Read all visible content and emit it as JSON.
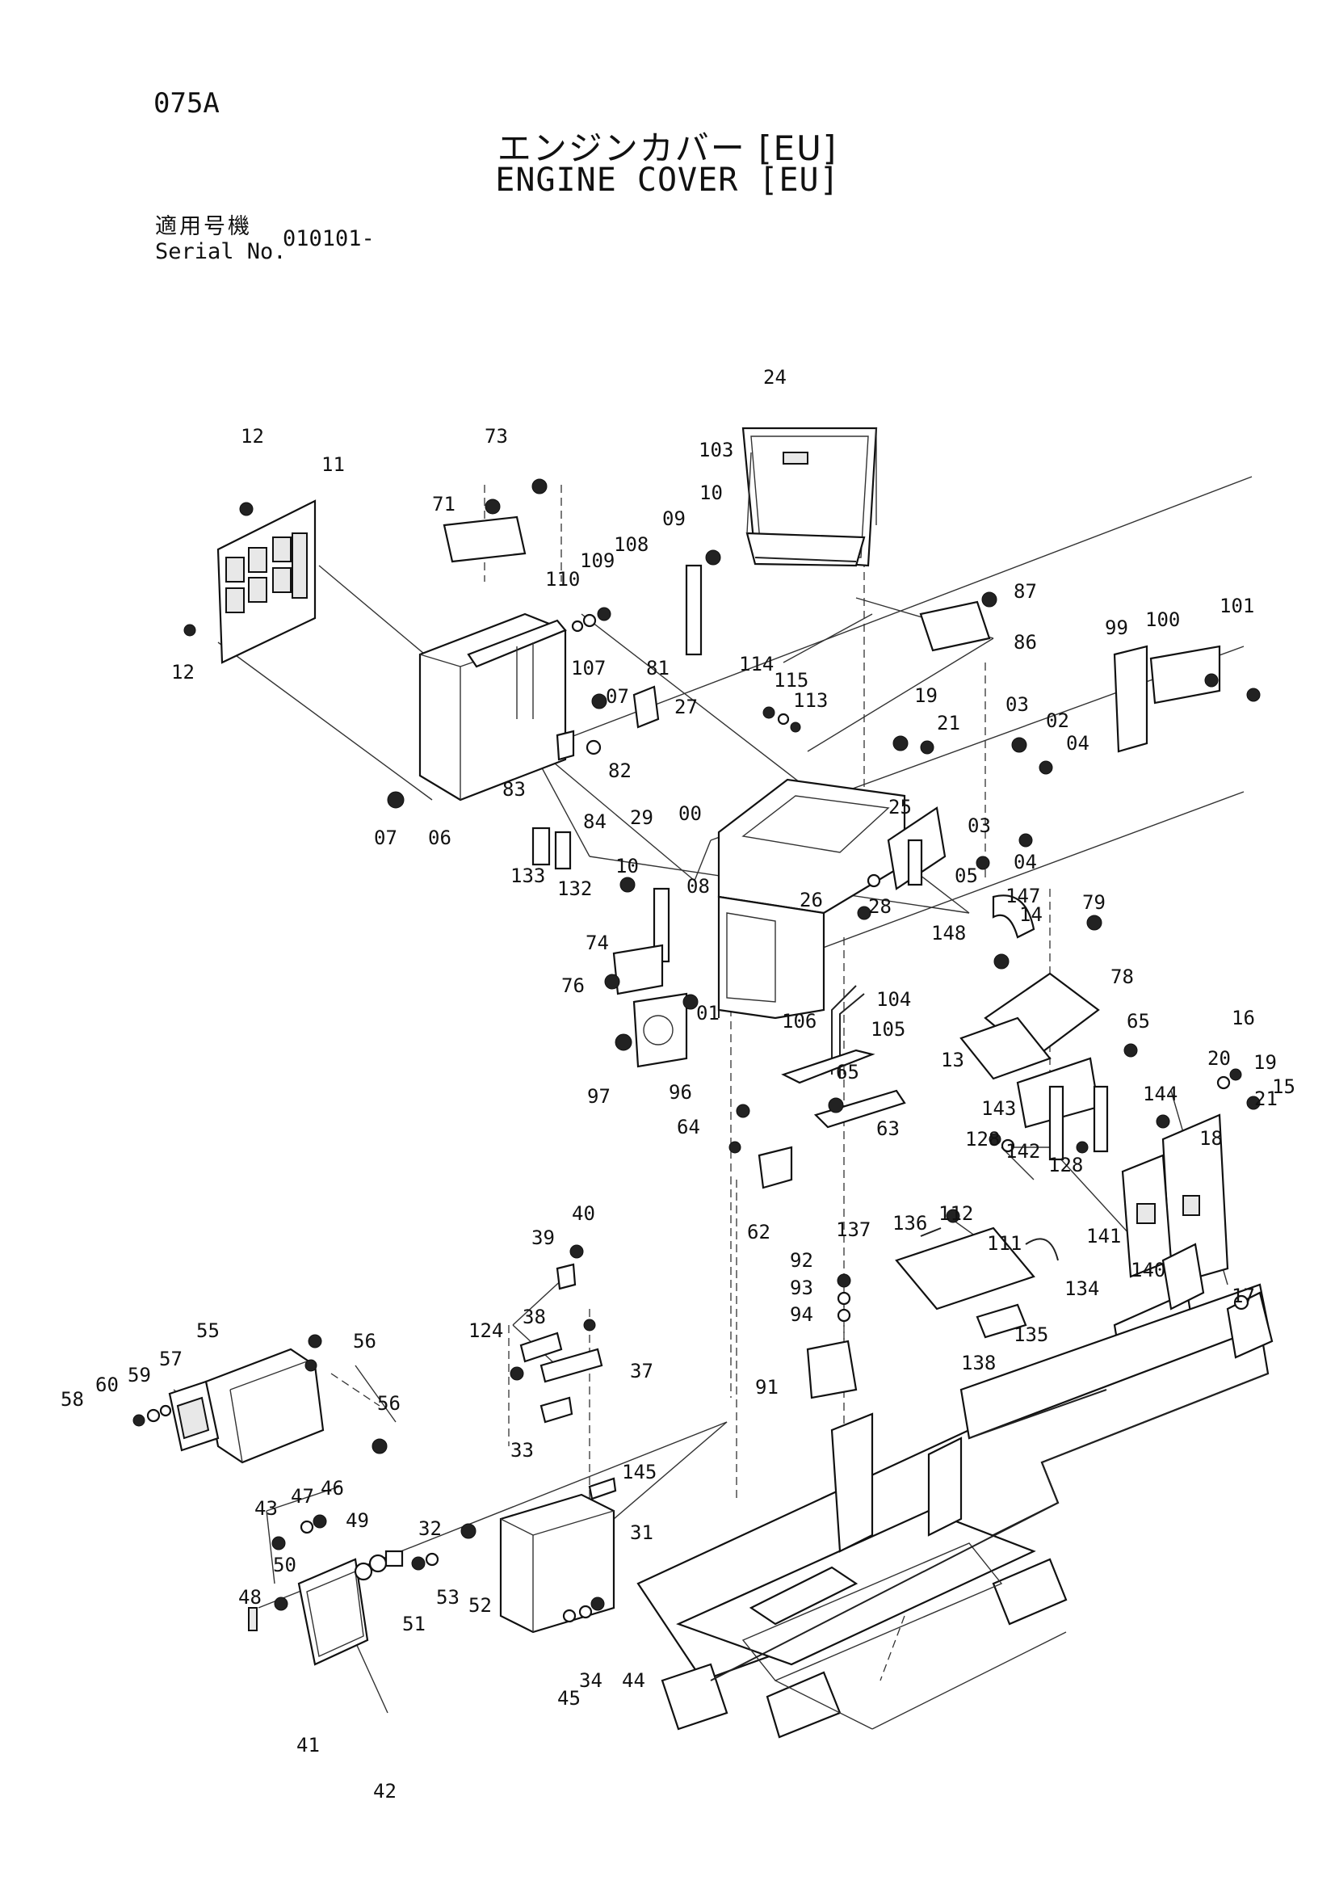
{
  "header": {
    "page_code": "075A",
    "title_jp": "エンジンカバー [EU]",
    "title_en": "ENGINE COVER [EU]",
    "serial_label_jp": "適用号機",
    "serial_label_en": "Serial No.",
    "serial_value": "010101-"
  },
  "callouts": [
    "00",
    "01",
    "02",
    "03",
    "03",
    "04",
    "04",
    "05",
    "06",
    "07",
    "07",
    "08",
    "09",
    "10",
    "10",
    "11",
    "12",
    "12",
    "13",
    "14",
    "15",
    "16",
    "17",
    "18",
    "19",
    "19",
    "20",
    "21",
    "21",
    "24",
    "25",
    "26",
    "27",
    "28",
    "29",
    "31",
    "32",
    "33",
    "34",
    "37",
    "38",
    "39",
    "40",
    "41",
    "42",
    "43",
    "44",
    "45",
    "46",
    "47",
    "48",
    "49",
    "50",
    "51",
    "52",
    "53",
    "55",
    "56",
    "56",
    "57",
    "58",
    "59",
    "60",
    "62",
    "63",
    "64",
    "65",
    "65",
    "71",
    "73",
    "74",
    "76",
    "78",
    "79",
    "81",
    "82",
    "83",
    "84",
    "86",
    "87",
    "91",
    "92",
    "93",
    "94",
    "96",
    "97",
    "99",
    "100",
    "101",
    "103",
    "104",
    "105",
    "106",
    "107",
    "108",
    "109",
    "110",
    "111",
    "112",
    "113",
    "114",
    "115",
    "124",
    "128",
    "128",
    "132",
    "133",
    "134",
    "135",
    "136",
    "137",
    "138",
    "140",
    "141",
    "142",
    "143",
    "144",
    "145",
    "147",
    "148"
  ]
}
